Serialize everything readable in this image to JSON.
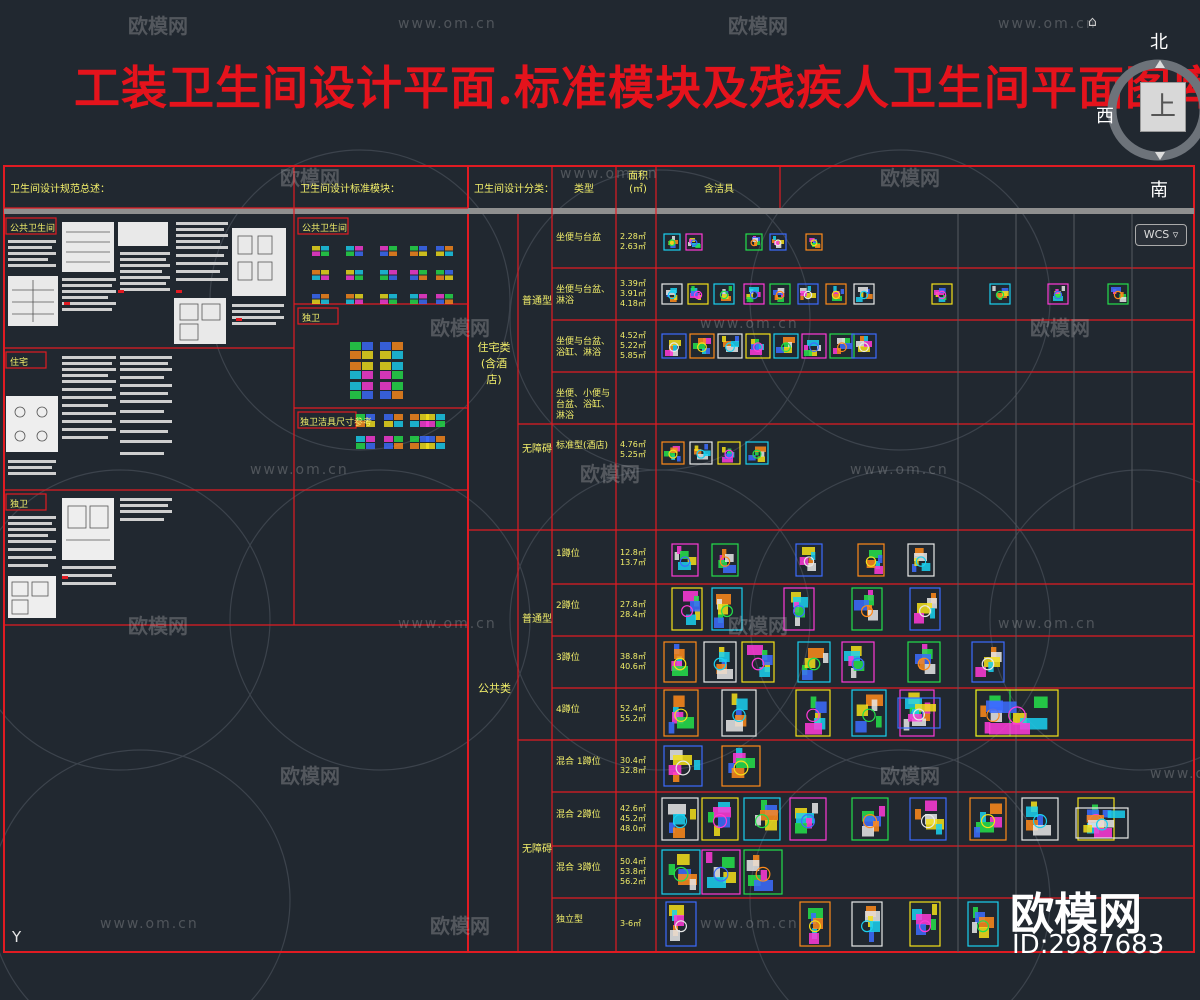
{
  "title": "工装卫生间设计平面.标准模块及残疾人卫生间平面图库",
  "watermark": {
    "site": "www.om.cn",
    "brand_cn": "欧模网"
  },
  "brand_badge": {
    "name": "欧模网",
    "id": "ID:2987683"
  },
  "viewcube": {
    "north": "北",
    "south": "南",
    "west": "西",
    "face": "上",
    "wcs": "WCS"
  },
  "ucs_axis": "Y",
  "left_panel": {
    "header_1": "卫生间设计规范总述：",
    "header_2": "卫生间设计标准模块：",
    "sec_public": "公共卫生间",
    "sec_residential": "住宅",
    "sec_private": "独卫",
    "mod_public": "公共卫生间",
    "mod_private": "独卫",
    "mod_size": "独卫洁具尺寸参考"
  },
  "table": {
    "col_category": "卫生间设计分类：",
    "col_type": "类型",
    "col_area": "面积(㎡)",
    "col_fixtures": "含洁具",
    "group_residential": "住宅类(含酒店)",
    "group_public": "公共类",
    "sub_normal": "普通型",
    "sub_accessible": "无障碍",
    "sub_normal_2": "普通型",
    "sub_accessible_2": "无障碍",
    "rows_top": [
      {
        "type": "坐便与台盆",
        "area": [
          "2.28㎡",
          "2.63㎡"
        ]
      },
      {
        "type": "坐便与台盆、淋浴",
        "area": [
          "3.39㎡",
          "3.91㎡",
          "4.18㎡"
        ]
      },
      {
        "type": "坐便与台盆、浴缸、淋浴",
        "area": [
          "4.52㎡",
          "5.22㎡",
          "5.85㎡"
        ]
      },
      {
        "type": "坐便、小便与台盆、浴缸、淋浴",
        "area": []
      },
      {
        "type": "标准型(酒店)",
        "area": [
          "4.76㎡",
          "5.25㎡"
        ]
      }
    ],
    "rows_bottom": [
      {
        "type": "1蹲位",
        "area": [
          "12.8㎡",
          "13.7㎡"
        ]
      },
      {
        "type": "2蹲位",
        "area": [
          "27.8㎡",
          "28.4㎡"
        ]
      },
      {
        "type": "3蹲位",
        "area": [
          "38.8㎡",
          "40.6㎡"
        ]
      },
      {
        "type": "4蹲位",
        "area": [
          "52.4㎡",
          "55.2㎡"
        ]
      },
      {
        "type": "混合 1蹲位",
        "area": [
          "30.4㎡",
          "32.8㎡"
        ]
      },
      {
        "type": "混合 2蹲位",
        "area": [
          "42.6㎡",
          "45.2㎡",
          "48.0㎡"
        ]
      },
      {
        "type": "混合 3蹲位",
        "area": [
          "50.4㎡",
          "53.8㎡",
          "56.2㎡"
        ]
      },
      {
        "type": "独立型",
        "area": [
          "3-6㎡"
        ]
      }
    ]
  }
}
